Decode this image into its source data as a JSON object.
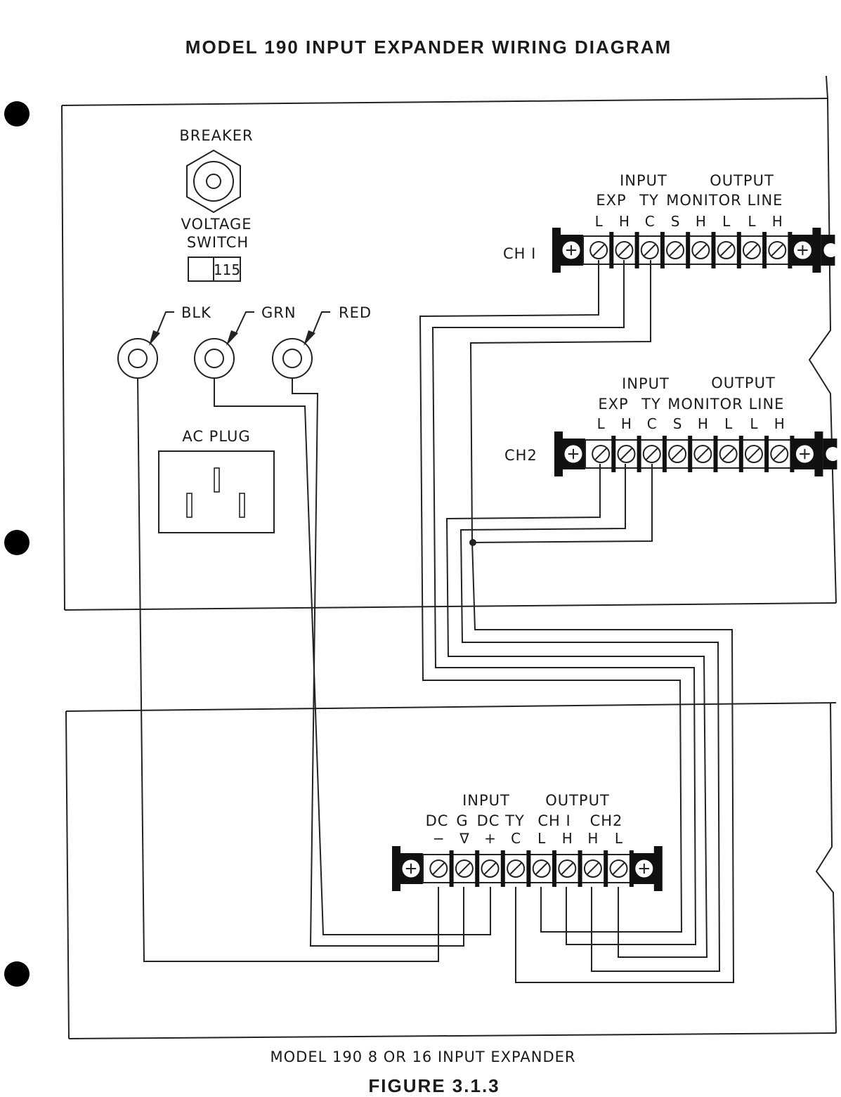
{
  "title": "MODEL 190 INPUT EXPANDER WIRING DIAGRAM",
  "panel": {
    "breaker_label": "BREAKER",
    "voltage_label_1": "VOLTAGE",
    "voltage_label_2": "SWITCH",
    "voltage_value": "115",
    "jacks": [
      "BLK",
      "GRN",
      "RED"
    ],
    "ac_plug_label": "AC PLUG"
  },
  "ch1": {
    "name": "CH I",
    "header_1": "INPUT",
    "header_2": "OUTPUT",
    "sub_1": "EXP",
    "sub_2": "TY",
    "sub_3": "MONITOR",
    "sub_4": "LINE",
    "terminals": [
      "L",
      "H",
      "C",
      "S",
      "H",
      "L",
      "L",
      "H"
    ]
  },
  "ch2": {
    "name": "CH2",
    "header_1": "INPUT",
    "header_2": "OUTPUT",
    "sub_1": "EXP",
    "sub_2": "TY",
    "sub_3": "MONITOR",
    "sub_4": "LINE",
    "terminals": [
      "L",
      "H",
      "C",
      "S",
      "H",
      "L",
      "L",
      "H"
    ]
  },
  "lower": {
    "header_1": "INPUT",
    "header_2": "OUTPUT",
    "sub": [
      "DC",
      "G",
      "DC",
      "TY",
      "CH I",
      "CH2"
    ],
    "terminals": [
      "−",
      "∇",
      "+",
      "C",
      "L",
      "H",
      "H",
      "L"
    ]
  },
  "caption": "MODEL 190 8 OR 16 INPUT EXPANDER",
  "figure": "FIGURE 3.1.3"
}
